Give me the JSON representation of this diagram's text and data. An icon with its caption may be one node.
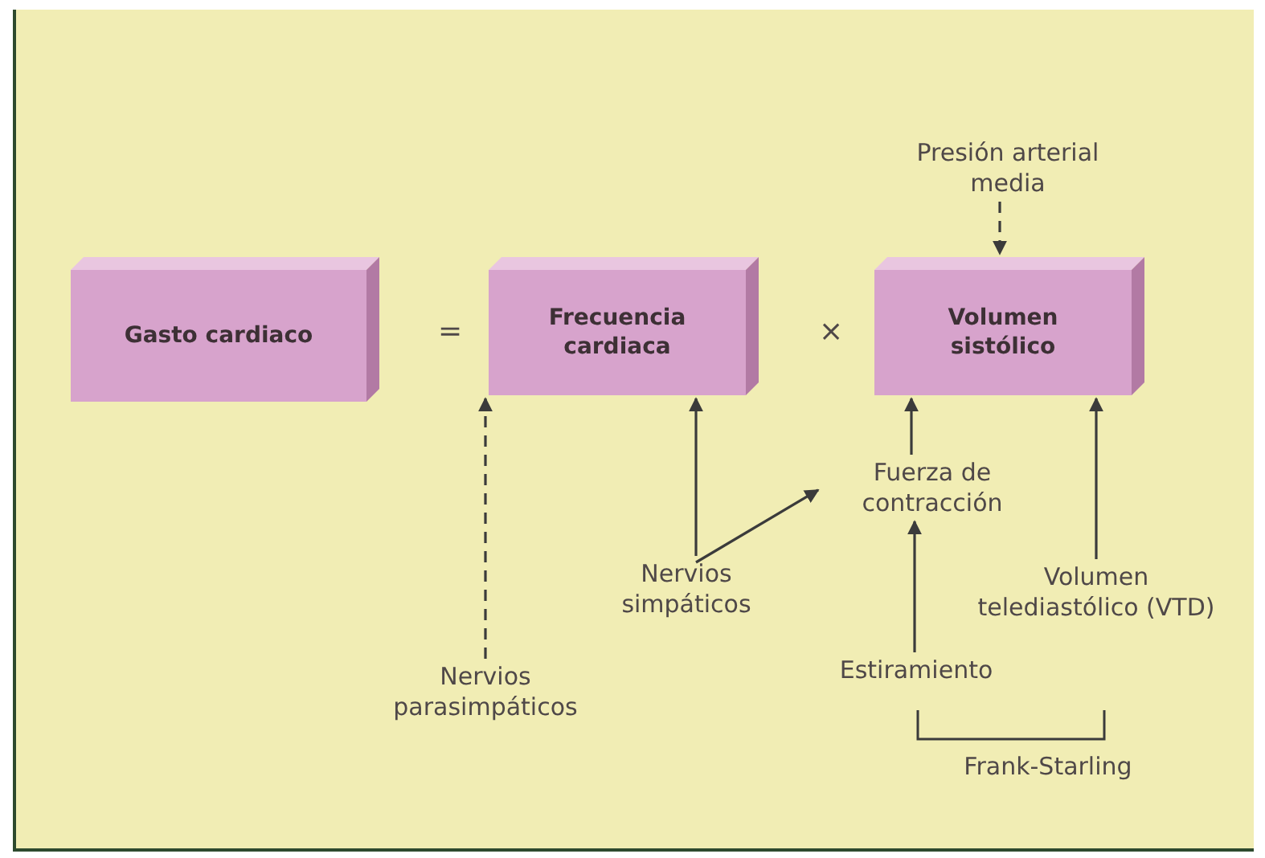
{
  "diagram": {
    "nodes": [
      {
        "text": [
          "Gasto cardiaco"
        ]
      },
      {
        "text": [
          "Frecuencia cardiaca"
        ]
      },
      {
        "text": [
          "Volumen sistólico"
        ]
      },
      {
        "text": [
          "Presión arterial media"
        ]
      },
      {
        "text": [
          "Nervios parasimpáticos"
        ]
      },
      {
        "text": [
          "Nervios simpáticos"
        ]
      },
      {
        "text": [
          "Fuerza de contracción"
        ]
      },
      {
        "text": [
          "Estiramiento"
        ]
      },
      {
        "text": [
          "Volumen telediastólico (VTD)"
        ]
      }
    ],
    "edges": [
      {
        "from": 3,
        "to": 2,
        "arrow": "to",
        "style": "dashed"
      },
      {
        "from": 4,
        "to": 1,
        "arrow": "to",
        "style": "dashed"
      },
      {
        "from": 5,
        "to": 1,
        "arrow": "to"
      },
      {
        "from": 5,
        "to": 6,
        "arrow": "to"
      },
      {
        "from": 6,
        "to": 2,
        "arrow": "to"
      },
      {
        "from": 7,
        "to": 6,
        "arrow": "to"
      },
      {
        "from": 8,
        "to": 2,
        "arrow": "to"
      }
    ],
    "labels": [
      "=",
      "×",
      "Frank-Starling"
    ]
  }
}
